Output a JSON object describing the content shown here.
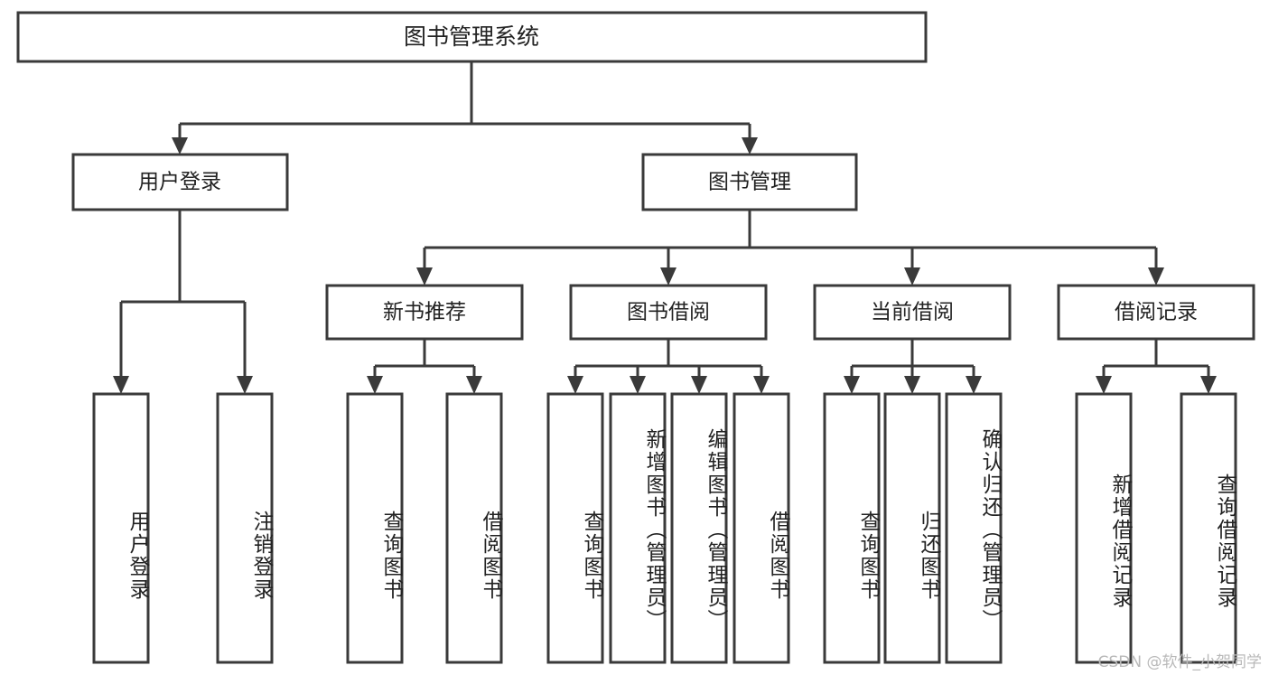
{
  "diagram": {
    "type": "tree-hierarchy-flowchart",
    "title": "图书管理系统",
    "colors": {
      "stroke": "#3a3a3a",
      "box_fill": "#ffffff",
      "text": "#222222",
      "background": "#ffffff",
      "watermark": "#b9b9b9"
    },
    "root": {
      "label": "图书管理系统"
    },
    "level2": [
      {
        "id": "user-login",
        "label": "用户登录"
      },
      {
        "id": "book-manage",
        "label": "图书管理"
      }
    ],
    "level3": [
      {
        "id": "new-book-recommend",
        "label": "新书推荐",
        "parent": "book-manage"
      },
      {
        "id": "book-borrow",
        "label": "图书借阅",
        "parent": "book-manage"
      },
      {
        "id": "current-borrow",
        "label": "当前借阅",
        "parent": "book-manage"
      },
      {
        "id": "borrow-record",
        "label": "借阅记录",
        "parent": "book-manage"
      }
    ],
    "leaves": {
      "user-login": [
        {
          "id": "leaf-user-login",
          "label": "用户登录"
        },
        {
          "id": "leaf-user-logout",
          "label": "注销登录"
        }
      ],
      "new-book-recommend": [
        {
          "id": "leaf-query-book-1",
          "label": "查询图书"
        },
        {
          "id": "leaf-borrow-book-1",
          "label": "借阅图书"
        }
      ],
      "book-borrow": [
        {
          "id": "leaf-query-book-2",
          "label": "查询图书"
        },
        {
          "id": "leaf-add-book",
          "label": "新增图书（管理员）"
        },
        {
          "id": "leaf-edit-book",
          "label": "编辑图书（管理员）"
        },
        {
          "id": "leaf-borrow-book-2",
          "label": "借阅图书"
        }
      ],
      "current-borrow": [
        {
          "id": "leaf-query-book-3",
          "label": "查询图书"
        },
        {
          "id": "leaf-return-book",
          "label": "归还图书"
        },
        {
          "id": "leaf-confirm-return",
          "label": "确认归还（管理员）"
        }
      ],
      "borrow-record": [
        {
          "id": "leaf-add-borrow-record",
          "label": "新增借阅记录"
        },
        {
          "id": "leaf-query-borrow-record",
          "label": "查询借阅记录"
        }
      ]
    }
  },
  "watermark": {
    "text": "CSDN @软件_小贺同学"
  }
}
